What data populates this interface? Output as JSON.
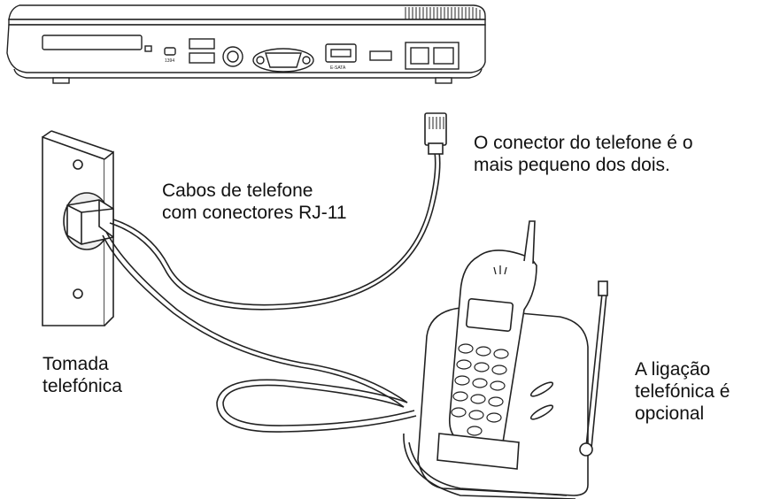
{
  "labels": {
    "connector_note": "O conector do telefone é o\nmais pequeno dos dois.",
    "cables": "Cabos de telefone\ncom conectores RJ-11",
    "wall_outlet": "Tomada\ntelefónica",
    "optional_note": "A ligação\ntelefónica é\nopcional"
  },
  "laptop_ports": {
    "esata": "E-SATA",
    "firewire": "1394"
  }
}
